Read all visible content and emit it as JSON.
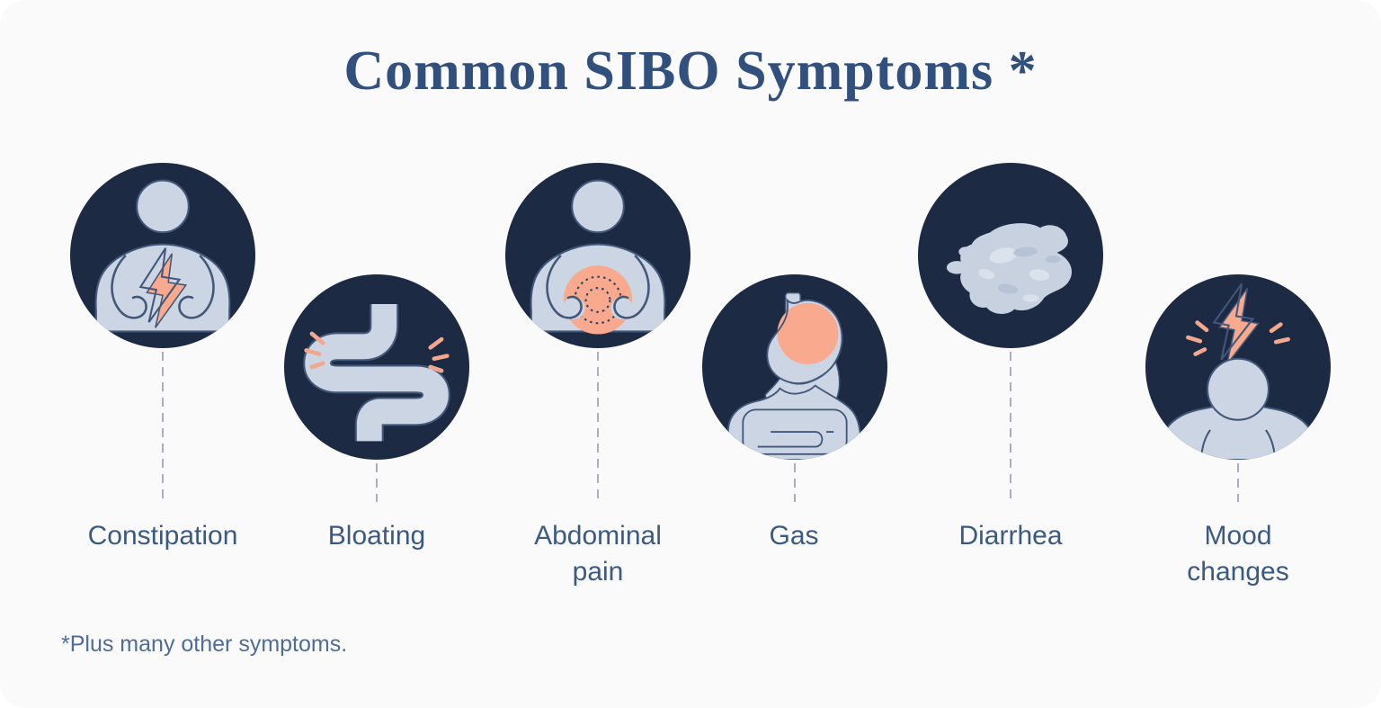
{
  "title": "Common SIBO Symptoms *",
  "footnote": "*Plus many other symptoms.",
  "symptoms": [
    {
      "label": "Constipation",
      "icon": "person-clutching-stomach-lightning-icon"
    },
    {
      "label": "Bloating",
      "icon": "intestines-icon"
    },
    {
      "label": "Abdominal pain",
      "icon": "person-abdominal-pain-icon"
    },
    {
      "label": "Gas",
      "icon": "stomach-icon"
    },
    {
      "label": "Diarrhea",
      "icon": "liquid-puddle-icon"
    },
    {
      "label": "Mood changes",
      "icon": "person-mood-lightning-icon"
    }
  ],
  "colors": {
    "card_background": "#fafafa",
    "title_text": "#31507d",
    "label_text": "#3b5a82",
    "footnote_text": "#4e6d96",
    "icon_circle": "#1d2a44",
    "icon_figure": "#ccd5e3",
    "icon_accent_peach": "#f9a98e",
    "icon_outline": "#42587a",
    "connector_dash": "#a9afbb"
  }
}
